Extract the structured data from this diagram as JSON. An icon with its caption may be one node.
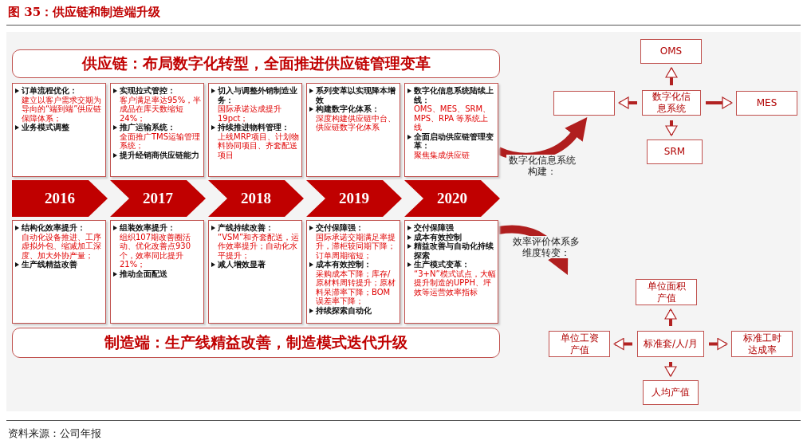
{
  "diagram": {
    "title": "图 35：供应链和制造端升级",
    "caption": "资料来源：公司年报",
    "nodes": [
      {
        "text": [
          "供应链：布局数字化转型，全面推进供应链管理变革"
        ]
      },
      {
        "text": [
          "订单流程优化：",
          "建立以客户需求交期为导向的“端到端”供应链保障体系；",
          "业务模式调整"
        ]
      },
      {
        "text": [
          "实现拉式管控：",
          "客户满足率达95%，半成品在库天数缩短24%；",
          "推广运输系统：",
          "全面推广TMS运输管理系统；",
          "提升经销商供应链能力"
        ]
      },
      {
        "text": [
          "切入与调整外销制造业务：",
          "国际承诺达成提升19pct；",
          "持续推进物料管理：",
          "上线MRP项目、计划物料协同项目、齐套配送项目"
        ]
      },
      {
        "text": [
          "系列变革以实现降本增效",
          "构建数字化体系：",
          "深度构建供应链中台、供应链数字化体系"
        ]
      },
      {
        "text": [
          "数字化信息系统陆续上线：",
          "OMS、MES、SRM、MPS、RPA 等系统上线",
          "全面启动供应链管理变革：",
          "聚焦集成供应链"
        ]
      },
      {
        "text": [
          "OMS"
        ]
      },
      {
        "text": [],
        "shape": "box"
      },
      {
        "text": [
          "数字化信息系统"
        ]
      },
      {
        "text": [
          "MES"
        ]
      },
      {
        "text": [
          "SRM"
        ]
      },
      {
        "text": [
          "2016"
        ]
      },
      {
        "text": [
          "2017"
        ]
      },
      {
        "text": [
          "2018"
        ]
      },
      {
        "text": [
          "2019"
        ]
      },
      {
        "text": [
          "2020"
        ]
      },
      {
        "text": [
          "结构化效率提升：",
          "自动化设备推进、工序虚拟外包、缩减加工深度、加大外协产量；",
          "生产线精益改善"
        ]
      },
      {
        "text": [
          "组装效率提升：",
          "组织107期改善圈活动、优化改善点930个，效率同比提升21%；",
          "推动全面配送"
        ]
      },
      {
        "text": [
          "产线持续改善：",
          "“VSM”和齐套配送，运作效率提升；自动化水平提升；",
          "减人增效显著"
        ]
      },
      {
        "text": [
          "交付保障强：",
          "国际承诺交期满足率提升，滞柜较同期下降；订单周期缩短；",
          "成本有效控制：",
          "采购成本下降；库存/原材料周转提升；原材料呆滞率下降；BOM误差率下降；",
          "持续探索自动化"
        ]
      },
      {
        "text": [
          "交付保障强",
          "成本有效控制",
          "精益改善与自动化持续探索",
          "生产模式变革：",
          "“3+N”模式试点，大幅提升制造的UPPH、坪效等运营效率指标"
        ]
      },
      {
        "text": [
          "单位面积产值"
        ]
      },
      {
        "text": [
          "单位工资产值"
        ]
      },
      {
        "text": [
          "标准套/人/月"
        ]
      },
      {
        "text": [
          "标准工时达成率"
        ]
      },
      {
        "text": [
          "人均产值"
        ]
      },
      {
        "text": [
          "制造端：生产线精益改善，制造模式迭代升级"
        ]
      }
    ],
    "edges": [
      {
        "from": 5,
        "to": 7,
        "arrow": "to",
        "label": "数字化信息系统构建：",
        "style": "thick",
        "color": "#b01e1e"
      },
      {
        "from": 8,
        "to": 6,
        "arrow": "to"
      },
      {
        "from": 8,
        "to": 7,
        "arrow": "to"
      },
      {
        "from": 8,
        "to": 9,
        "arrow": "to"
      },
      {
        "from": 8,
        "to": 10,
        "arrow": "to"
      },
      {
        "from": 20,
        "to": null,
        "arrow": "to",
        "label": "效率评价体系多维度转变：",
        "style": "thick",
        "color": "#b01e1e"
      },
      {
        "from": 23,
        "to": 21,
        "arrow": "to"
      },
      {
        "from": 23,
        "to": 22,
        "arrow": "to"
      },
      {
        "from": 23,
        "to": 24,
        "arrow": "to"
      },
      {
        "from": 23,
        "to": 25,
        "arrow": "to"
      }
    ]
  }
}
